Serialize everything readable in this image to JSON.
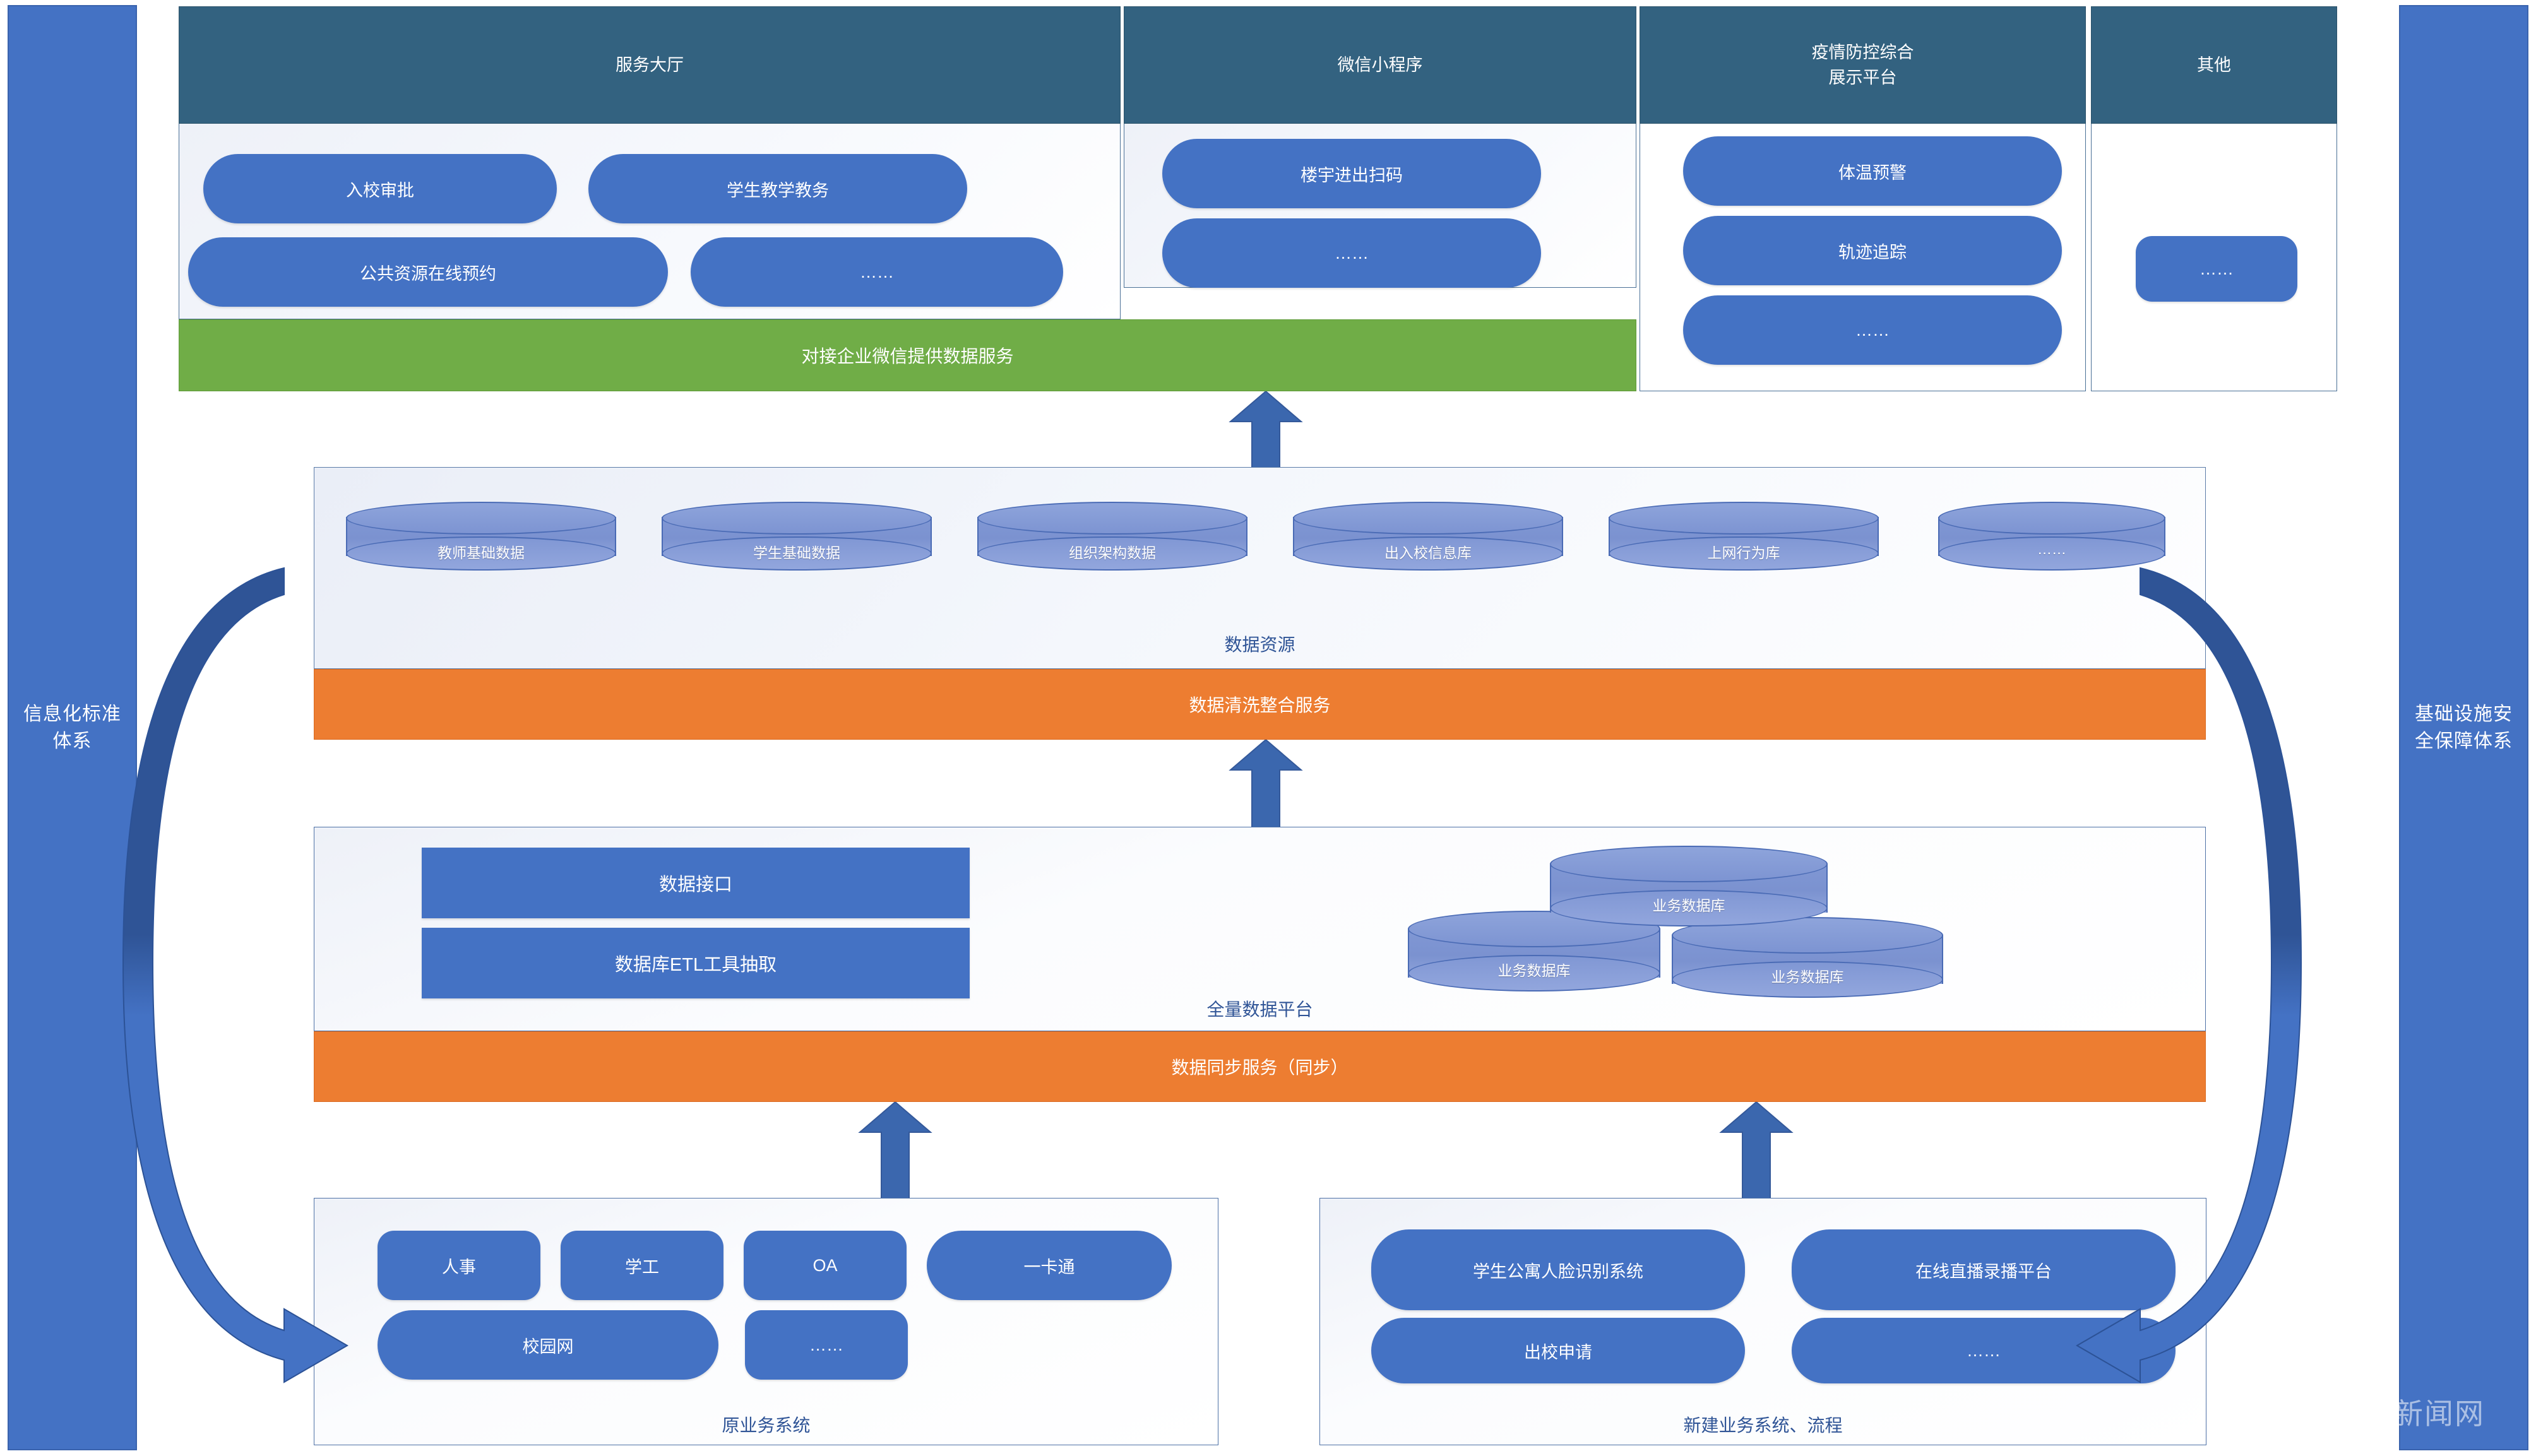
{
  "pillars": {
    "left": {
      "label": "信息化标准体系",
      "line1": "信息化标准",
      "line2": "体系",
      "color": "#4472c4"
    },
    "right": {
      "label": "基础设施安全保障体系",
      "line1": "基础设施安",
      "line2": "全保障体系",
      "color": "#4472c4"
    }
  },
  "colors": {
    "header_blue": "#336280",
    "tile_blue": "#4472c4",
    "green_band": "#70ad47",
    "orange_band": "#ed7d31",
    "panel_border": "#5b7ba8",
    "cylinder_fill": "#7d94d2",
    "label_text": "#2f5496"
  },
  "top_layer": {
    "columns": [
      {
        "title": "服务大厅",
        "items": [
          "入校审批",
          "学生教学教务",
          "公共资源在线预约",
          "……"
        ]
      },
      {
        "title": "微信小程序",
        "items": [
          "楼宇进出扫码",
          "……"
        ]
      },
      {
        "title": "疫情防控综合\n展示平台",
        "title_line1": "疫情防控综合",
        "title_line2": "展示平台",
        "items": [
          "体温预警",
          "轨迹追踪",
          "……"
        ]
      },
      {
        "title": "其他",
        "items": [
          "……"
        ]
      }
    ],
    "green_band_label": "对接企业微信提供数据服务"
  },
  "data_resource_layer": {
    "panel_label": "数据资源",
    "databases": [
      "教师基础数据",
      "学生基础数据",
      "组织架构数据",
      "出入校信息库",
      "上网行为库",
      "……"
    ],
    "service_band": "数据清洗整合服务"
  },
  "full_data_platform": {
    "panel_label": "全量数据平台",
    "blocks": [
      "数据接口",
      "数据库ETL工具抽取"
    ],
    "business_databases": [
      "业务数据库",
      "业务数据库",
      "业务数据库"
    ],
    "service_band": "数据同步服务（同步）"
  },
  "source_systems": {
    "legacy": {
      "panel_label": "原业务系统",
      "items": [
        "人事",
        "学工",
        "OA",
        "一卡通",
        "校园网",
        "……"
      ]
    },
    "new": {
      "panel_label": "新建业务系统、流程",
      "items": [
        "学生公寓人脸识别系统",
        "在线直播录播平台",
        "出校申请",
        "……"
      ]
    }
  },
  "watermark": {
    "text": "新闻网"
  }
}
